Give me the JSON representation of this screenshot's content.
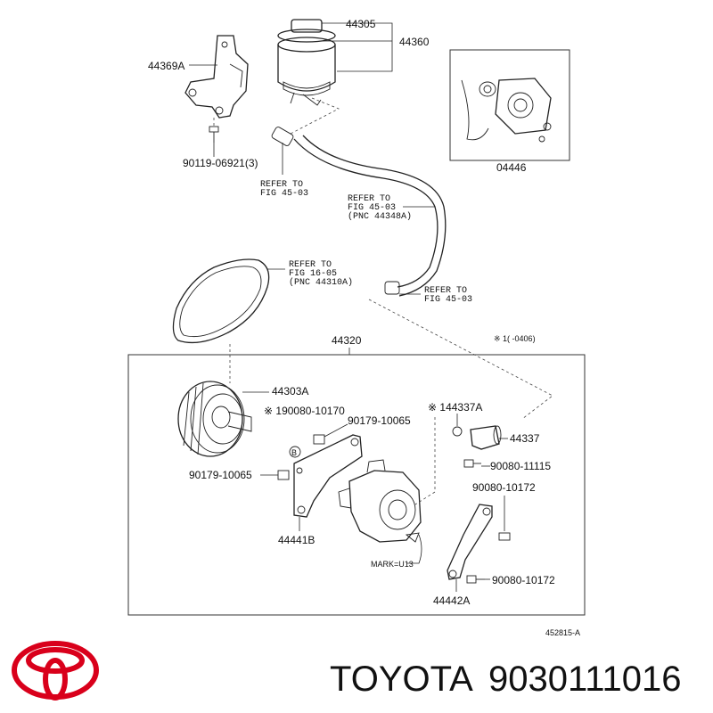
{
  "labels": {
    "p44305": "44305",
    "p44360": "44360",
    "p44369A": "44369A",
    "p90119": "90119-06921(3)",
    "p04446": "04446",
    "p44320": "44320",
    "p44303A": "44303A",
    "p90080_10170": "※ 190080-10170",
    "p90179_10065a": "90179-10065",
    "p90179_10065b": "90179-10065",
    "p44441B": "44441B",
    "p44337A": "※ 144337A",
    "p44337": "44337",
    "p90080_11115": "90080-11115",
    "p90080_10172a": "90080-10172",
    "p90080_10172b": "90080-10172",
    "p44442A": "44442A",
    "mark": "MARK=U13",
    "note": "※ 1(      -0406)",
    "diagram_id": "452815-A",
    "b_marker": "B"
  },
  "refs": {
    "r1": [
      "REFER TO",
      "FIG 45-03"
    ],
    "r2": [
      "REFER TO",
      "FIG 45-03",
      "(PNC 44348A)"
    ],
    "r3": [
      "REFER TO",
      "FIG 16-05",
      "(PNC 44310A)"
    ],
    "r4": [
      "REFER TO",
      "FIG 45-03"
    ]
  },
  "brand": {
    "name": "TOYOTA",
    "part_number": "9030111016",
    "logo_color": "#d9001b"
  }
}
